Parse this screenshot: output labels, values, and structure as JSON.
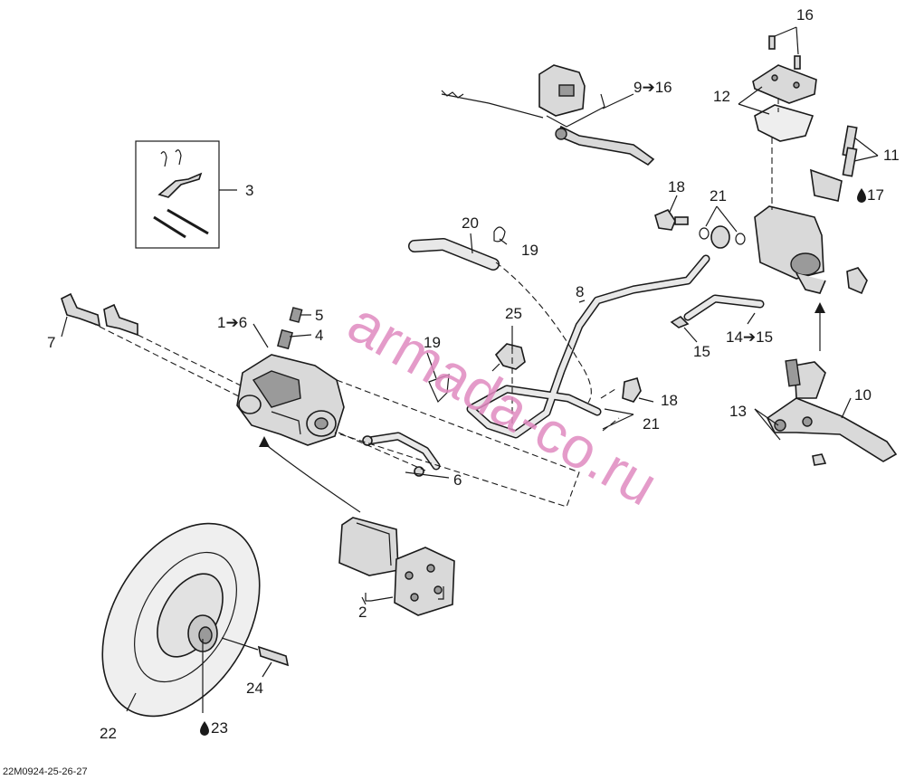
{
  "figure_id": "22M0924-25-26-27",
  "watermark": "armada-co.ru",
  "callouts": [
    {
      "id": "c1",
      "text": "1➔6"
    },
    {
      "id": "c2",
      "text": "2"
    },
    {
      "id": "c3",
      "text": "3"
    },
    {
      "id": "c4",
      "text": "4"
    },
    {
      "id": "c5",
      "text": "5"
    },
    {
      "id": "c6",
      "text": "6"
    },
    {
      "id": "c7",
      "text": "7"
    },
    {
      "id": "c8",
      "text": "8"
    },
    {
      "id": "c9",
      "text": "9➔16"
    },
    {
      "id": "c10",
      "text": "10"
    },
    {
      "id": "c11",
      "text": "11"
    },
    {
      "id": "c12",
      "text": "12"
    },
    {
      "id": "c13",
      "text": "13"
    },
    {
      "id": "c14",
      "text": "14➔15"
    },
    {
      "id": "c15",
      "text": "15"
    },
    {
      "id": "c16",
      "text": "16"
    },
    {
      "id": "c17",
      "text": "17"
    },
    {
      "id": "c18a",
      "text": "18"
    },
    {
      "id": "c18b",
      "text": "18"
    },
    {
      "id": "c19a",
      "text": "19"
    },
    {
      "id": "c19b",
      "text": "19"
    },
    {
      "id": "c20",
      "text": "20"
    },
    {
      "id": "c21a",
      "text": "21"
    },
    {
      "id": "c21b",
      "text": "21"
    },
    {
      "id": "c22",
      "text": "22"
    },
    {
      "id": "c23",
      "text": "23"
    },
    {
      "id": "c24",
      "text": "24"
    },
    {
      "id": "c25",
      "text": "25"
    }
  ],
  "icons": {
    "fluid_drop": "oil-drop-icon"
  }
}
